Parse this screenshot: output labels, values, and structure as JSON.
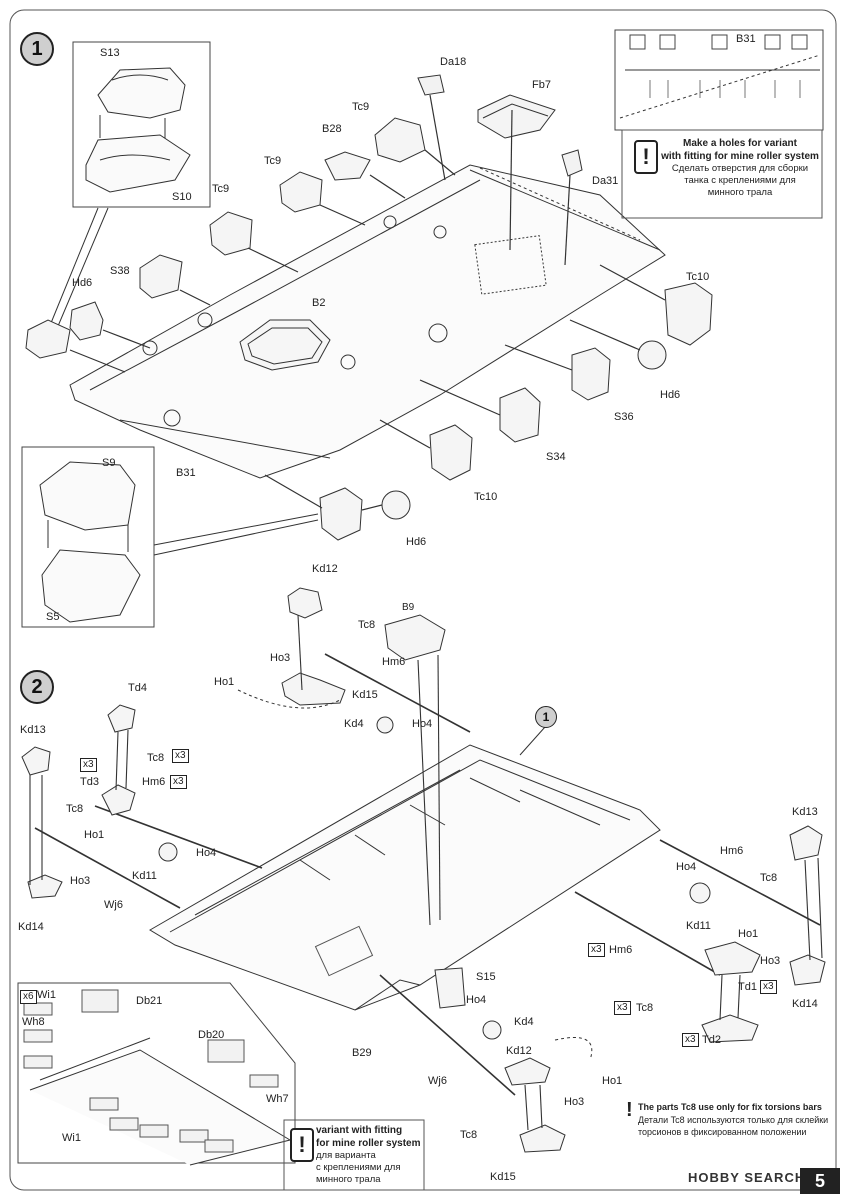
{
  "steps": {
    "step1": "1",
    "step2": "2",
    "ref_step1": "1"
  },
  "step1_labels": {
    "s13": "S13",
    "s10": "S10",
    "da18": "Da18",
    "fb7": "Fb7",
    "da31": "Da31",
    "b31_inset": "B31",
    "tc9_a": "Tc9",
    "b28": "B28",
    "tc9_b": "Tc9",
    "tc9_c": "Tc9",
    "s38": "S38",
    "hd6_a": "Hd6",
    "b2": "B2",
    "tc10_a": "Tc10",
    "hd6_b": "Hd6",
    "s36": "S36",
    "s34": "S34",
    "tc10_b": "Tc10",
    "b31": "B31",
    "s9": "S9",
    "hd6_c": "Hd6",
    "s5": "S5"
  },
  "step2_labels": {
    "kd12_a": "Kd12",
    "tc8_a": "Tc8",
    "b9": "B9",
    "ho3_a": "Ho3",
    "hm6_a": "Hm6",
    "ho1_a": "Ho1",
    "kd15_a": "Kd15",
    "kd4_a": "Kd4",
    "ho4_a": "Ho4",
    "td4": "Td4",
    "kd13_a": "Kd13",
    "tc8_b": "Tc8",
    "td3": "Td3",
    "hm6_b": "Hm6",
    "tc8_c": "Tc8",
    "ho1_b": "Ho1",
    "ho4_b": "Ho4",
    "kd11_a": "Kd11",
    "ho3_b": "Ho3",
    "wj6_a": "Wj6",
    "kd14_a": "Kd14",
    "kd13_b": "Kd13",
    "hm6_c": "Hm6",
    "ho4_c": "Ho4",
    "tc8_d": "Tc8",
    "kd11_b": "Kd11",
    "ho1_c": "Ho1",
    "hm6_d": "Hm6",
    "ho3_c": "Ho3",
    "td1": "Td1",
    "kd14_b": "Kd14",
    "tc8_e": "Tc8",
    "td2": "Td2",
    "s15": "S15",
    "ho4_d": "Ho4",
    "kd4_b": "Kd4",
    "b29": "B29",
    "kd12_b": "Kd12",
    "ho1_d": "Ho1",
    "ho3_d": "Ho3",
    "wj6_b": "Wj6",
    "tc8_f": "Tc8",
    "kd15_b": "Kd15",
    "wi1_a": "Wi1",
    "db21": "Db21",
    "wh8": "Wh8",
    "db20": "Db20",
    "wh7": "Wh7",
    "wi1_b": "Wi1"
  },
  "quantities": {
    "x3_a": "x3",
    "x3_b": "x3",
    "x3_c": "x3",
    "x3_d": "x3",
    "x3_e": "x3",
    "x3_f": "x3",
    "x3_g": "x3",
    "x6": "x6"
  },
  "notes": {
    "mine_roller": {
      "en_line1": "Make a holes for variant",
      "en_line2": "with fitting for mine roller system",
      "ru_line1": "Сделать отверстия  для сборки",
      "ru_line2": "танка с  креплениями для",
      "ru_line3": "минного трала"
    },
    "variant_box": {
      "en_line1": "variant  with fitting",
      "en_line2": "for mine roller system",
      "ru_line1": "для варианта",
      "ru_line2": "с  креплениями для",
      "ru_line3": "минного трала"
    },
    "tc8_note": {
      "en": "The parts Tc8 use only for fix torsions bars",
      "ru_line1": "Детали Tc8 используются только для склейки",
      "ru_line2": "торсионов в фиксированном положении"
    }
  },
  "watermark": "HOBBY SEARCH",
  "page_number": "5"
}
